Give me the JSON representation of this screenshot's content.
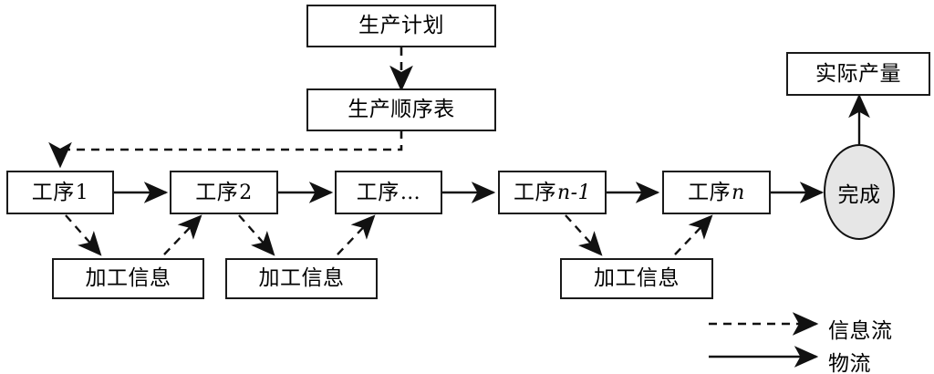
{
  "diagram": {
    "title_text": "",
    "colors": {
      "stroke": "#1a1a1a",
      "fill_white": "#ffffff",
      "fill_gray": "#e6e6e6",
      "text": "#000000"
    },
    "nodes": {
      "production_plan": "生产计划",
      "production_sequence": "生产顺序表",
      "actual_output": "实际产量",
      "finish": "完成",
      "process_base": "工序",
      "process_1_index": "1",
      "process_2_index": "2",
      "process_mid_index": "…",
      "process_n_minus_1_index": "n-1",
      "process_n_index": "n",
      "machining_info": "加工信息"
    },
    "processes": [
      {
        "base": "工序",
        "index": "1",
        "italic": false
      },
      {
        "base": "工序",
        "index": "2",
        "italic": false
      },
      {
        "base": "工序",
        "index": "…",
        "italic": false
      },
      {
        "base": "工序",
        "index": "n-1",
        "italic": true
      },
      {
        "base": "工序",
        "index": "n",
        "italic": true
      }
    ],
    "machining_boxes": [
      "加工信息",
      "加工信息",
      "加工信息"
    ],
    "legend": {
      "information_flow": "信息流",
      "material_flow": "物流",
      "information_flow_style": "dashed-arrow",
      "material_flow_style": "solid-arrow"
    }
  }
}
